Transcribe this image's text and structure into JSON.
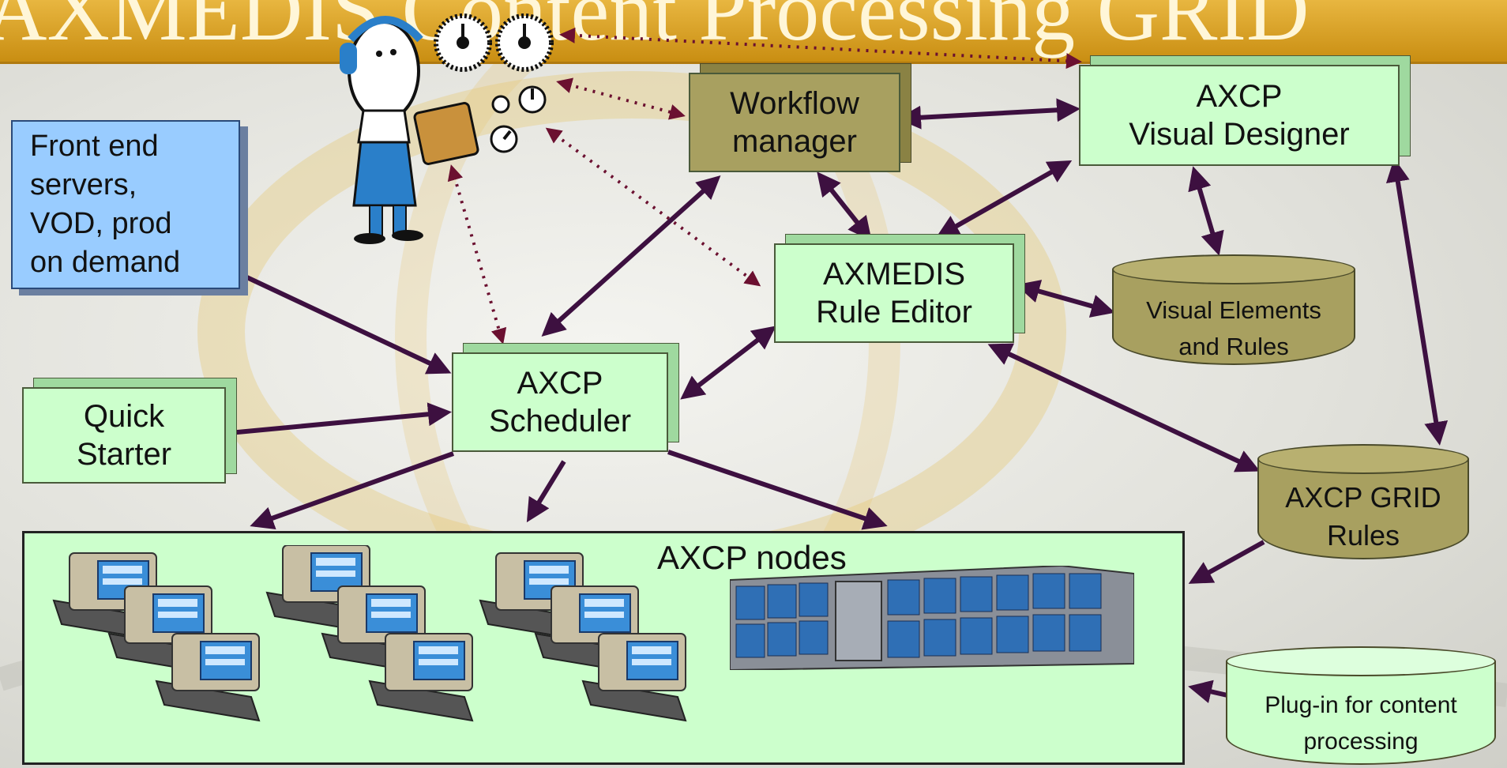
{
  "title": "AXMEDIS Content Processing GRID",
  "colors": {
    "title_bar": "#d9a22a",
    "green_box": "#ccffcc",
    "olive_box": "#a8a060",
    "blue_box": "#99ccff",
    "arrow": "#3d1040",
    "dotted_arrow": "#6b1030"
  },
  "boxes": {
    "front_end": "Front end\nservers,\nVOD, prod\non demand",
    "workflow_manager": "Workflow\nmanager",
    "visual_designer": "AXCP\nVisual Designer",
    "rule_editor": "AXMEDIS\nRule Editor",
    "scheduler": "AXCP\nScheduler",
    "quick_starter": "Quick\nStarter"
  },
  "databases": {
    "visual_elements": "Visual Elements\nand Rules",
    "grid_rules": "AXCP GRID\nRules",
    "plugin": "Plug-in for content\nprocessing"
  },
  "nodes": {
    "label": "AXCP nodes"
  },
  "icons": [
    "operator-figure-icon",
    "gauge-icon",
    "workstation-icon",
    "server-rack-icon"
  ]
}
